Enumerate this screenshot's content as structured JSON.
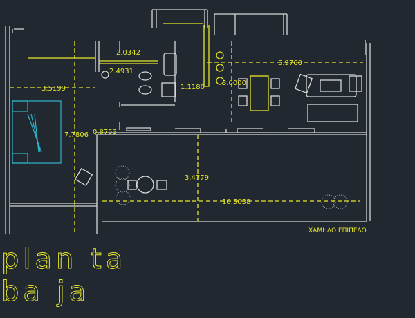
{
  "drawing": {
    "dimensions": {
      "d1": "2.0342",
      "d2": "2.4931",
      "d3": "3.5199",
      "d4": "1.1180",
      "d5": "3.0000",
      "d6": "5.9760",
      "d7": "7.7806",
      "d8": "0.8753",
      "d9": "3.4779",
      "d10": "10.5038"
    },
    "level_label": "ΧΑΜΗΛΟ ΕΠΙΠΕΔΟ",
    "title_line1": "plan ta",
    "title_line2": "ba ja"
  }
}
